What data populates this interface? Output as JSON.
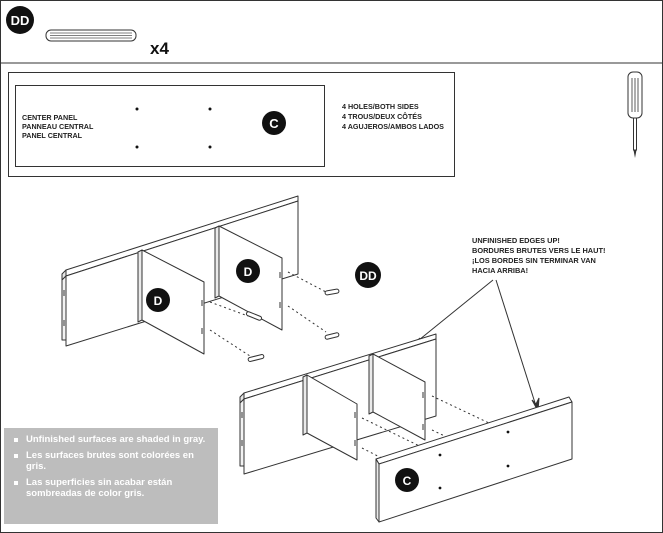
{
  "header": {
    "part_badge": "DD",
    "quantity": "x4"
  },
  "parts_box": {
    "panel_label": [
      "CENTER PANEL",
      "PANNEAU CENTRAL",
      "PANEL CENTRAL"
    ],
    "panel_badge": "C",
    "holes_note": [
      "4 HOLES/BOTH SIDES",
      "4 TROUS/DEUX CÔTÉS",
      "4 AGUJEROS/AMBOS LADOS"
    ]
  },
  "assembly": {
    "badge_d_upper": "D",
    "badge_d_lower": "D",
    "badge_dd": "DD",
    "badge_c": "C",
    "edges_note": [
      "UNFINISHED EDGES UP!",
      "BORDURES BRUTES VERS LE HAUT!",
      "¡LOS BORDES SIN TERMINAR VAN",
      "HACIA ARRIBA!"
    ]
  },
  "note_box": {
    "items": [
      "Unfinished surfaces are shaded in gray.",
      "Les surfaces brutes sont colorées en gris.",
      "Las superficies sin acabar están sombreadas de color gris."
    ]
  },
  "icons": {
    "tool": "screwdriver-icon",
    "dowel": "wood-dowel-icon"
  }
}
